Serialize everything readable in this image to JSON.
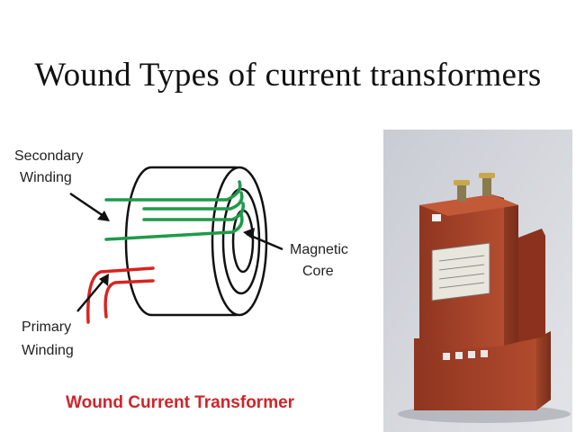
{
  "slide": {
    "title": "Wound Types of current transformers"
  },
  "diagram": {
    "labels": {
      "secondary_line1": "Secondary",
      "secondary_line2": "Winding",
      "primary_line1": "Primary",
      "primary_line2": "Winding",
      "core_line1": "Magnetic",
      "core_line2": "Core"
    },
    "caption": "Wound Current Transformer",
    "colors": {
      "secondary_winding": "#1f9a4a",
      "primary_winding": "#d8231f",
      "caption": "#d0242a",
      "outline": "#111111"
    }
  },
  "photo": {
    "subject": "wound current transformer unit",
    "colors": {
      "body": "#a8432a",
      "background": "#d3d6dc",
      "terminals": "#b8963e"
    }
  }
}
